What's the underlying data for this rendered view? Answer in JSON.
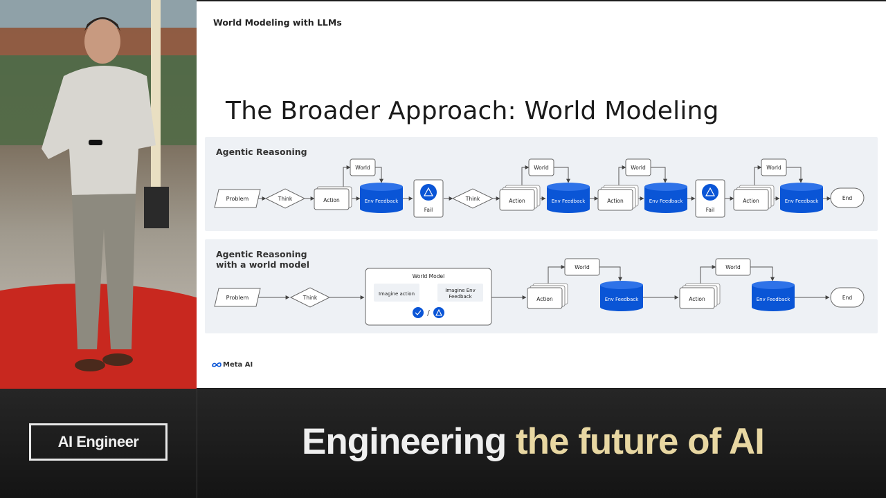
{
  "slide": {
    "header": "World Modeling with LLMs",
    "title": "The Broader Approach: World Modeling",
    "logo_text": "Meta AI"
  },
  "diagram1": {
    "label": "Agentic Reasoning",
    "problem": "Problem",
    "think": "Think",
    "action": "Action",
    "world": "World",
    "env_feedback": "Env Feedback",
    "fail": "Fail",
    "end": "End"
  },
  "diagram2": {
    "label_line1": "Agentic Reasoning",
    "label_line2": "with a world model",
    "problem": "Problem",
    "think": "Think",
    "world_model": "World Model",
    "imagine_action": "Imagine action",
    "imagine_env_line1": "Imagine Env",
    "imagine_env_line2": "Feedback",
    "slash": "/",
    "action": "Action",
    "world": "World",
    "env_feedback": "Env Feedback",
    "end": "End"
  },
  "banner": {
    "brand": "AI Engineer",
    "tagline_part1": "Engineering",
    "tagline_part2": "the future of AI"
  },
  "colors": {
    "accent_blue": "#0a55d6",
    "tagline_gold": "#e8d7a2",
    "panel_bg": "#eef1f5"
  }
}
